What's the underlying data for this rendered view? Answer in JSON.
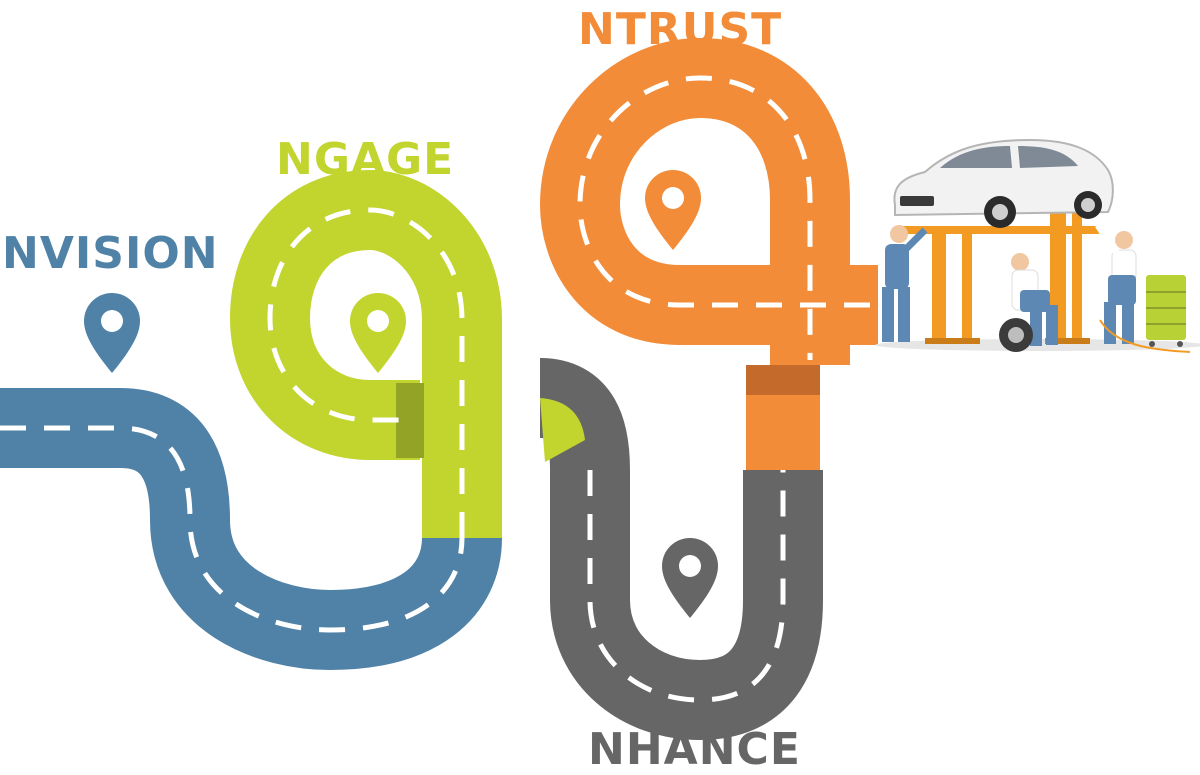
{
  "colors": {
    "vision": "#4f82a6",
    "gage": "#c2d42e",
    "gage_dark": "#93a326",
    "trust": "#f28c38",
    "trust_dark": "#c46a2a",
    "hance": "#666666",
    "dash": "#ffffff",
    "lift": "#f39a23",
    "mechanic_blue": "#5d88b4",
    "cabinet": "#b8d236"
  },
  "stages": [
    {
      "id": "vision",
      "prefix": "N",
      "rest": "VISION"
    },
    {
      "id": "gage",
      "prefix": "N",
      "rest": "GAGE"
    },
    {
      "id": "trust",
      "prefix": "N",
      "rest": "TRUST"
    },
    {
      "id": "hance",
      "prefix": "N",
      "rest": "HANCE"
    }
  ],
  "icons": {
    "vision_pin": "map-pin-icon",
    "gage_pin": "map-pin-icon",
    "trust_pin": "map-pin-icon",
    "hance_pin": "map-pin-icon",
    "illustration": "car-service-illustration"
  }
}
